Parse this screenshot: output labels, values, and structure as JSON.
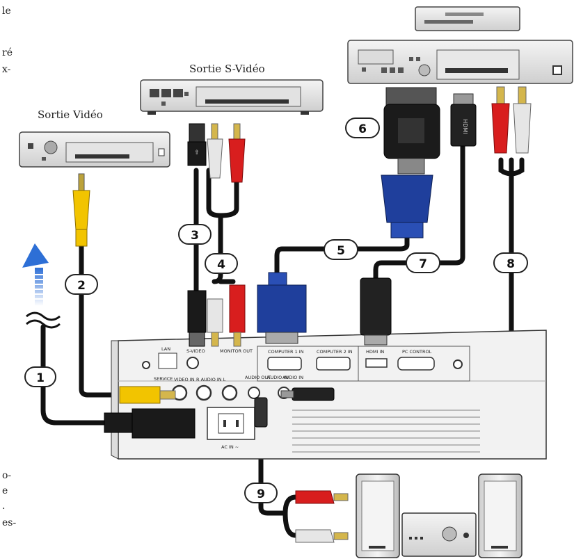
{
  "labels": {
    "video_out": "Sortie Vidéo",
    "svideo_out": "Sortie S-Vidéo"
  },
  "port_labels": {
    "lan": "LAN",
    "svideo": "S-VIDEO",
    "monitor_out": "MONITOR OUT",
    "computer1_in": "COMPUTER 1 IN",
    "computer2_in": "COMPUTER 2 IN",
    "hdmi_in": "HDMI IN",
    "pc_control": "PC CONTROL",
    "service": "SERVICE",
    "video_in": "VIDEO IN",
    "r_audio_in_l": "R  AUDIO IN  L",
    "audio_out": "AUDIO OUT",
    "audio_in_1": "AUDIO IN",
    "audio_in_2": "AUDIO IN",
    "ac_in": "AC IN ~",
    "hdmi_plug": "HDMI"
  },
  "cables": [
    "1",
    "2",
    "3",
    "4",
    "5",
    "6",
    "7",
    "8",
    "9"
  ],
  "left_margin_text": [
    "le",
    "ré",
    "x-",
    "o-",
    "e",
    ".",
    "es-"
  ],
  "colors": {
    "yellow": "#f2c400",
    "red": "#d81e1e",
    "white_plug": "#e6e6e6",
    "vga_blue": "#1f3f9c",
    "cable": "#111111",
    "arrow_blue": "#2d6fd6"
  }
}
